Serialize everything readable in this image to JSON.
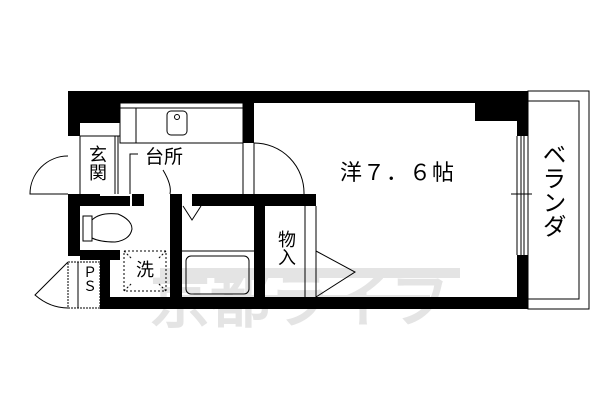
{
  "floorplan": {
    "rooms": {
      "entrance": "玄関",
      "kitchen": "台所",
      "western_room": "洋７．６帖",
      "balcony": "ベランダ",
      "storage": "物入",
      "washer": "洗",
      "pipe_space": "ＰＳ"
    },
    "watermark": "京都ライフ",
    "colors": {
      "wall": "#000000",
      "line": "#000000",
      "background": "#ffffff",
      "watermark": "#e6e6e6"
    }
  }
}
